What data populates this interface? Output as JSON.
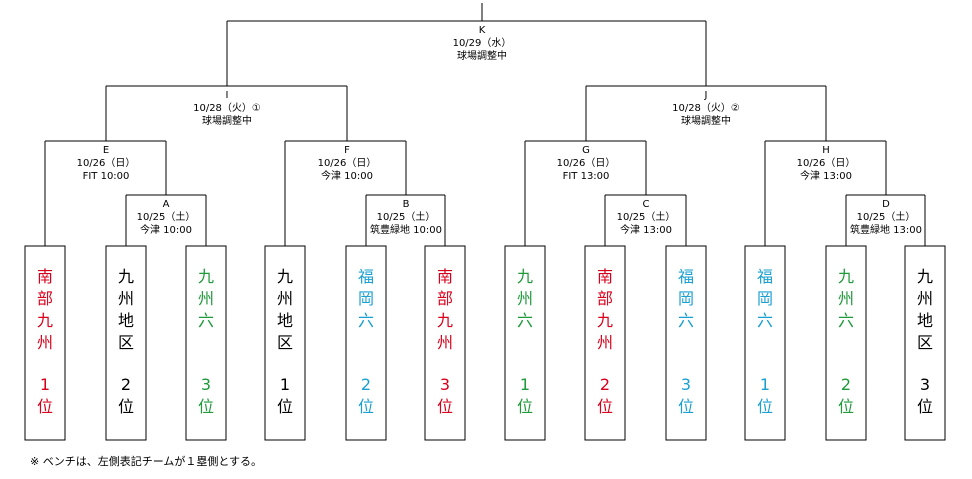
{
  "colors": {
    "line": "#000000",
    "red": "#d9001b",
    "black": "#000000",
    "green": "#1e9a3a",
    "blue": "#1aa0d0"
  },
  "matches": [
    {
      "id": "K",
      "lines": [
        "10/29（水）",
        "球場調整中"
      ]
    },
    {
      "id": "I",
      "lines": [
        "10/28（火）①",
        "球場調整中"
      ]
    },
    {
      "id": "J",
      "lines": [
        "10/28（火）②",
        "球場調整中"
      ]
    },
    {
      "id": "E",
      "lines": [
        "10/26（日）",
        "FIT 10:00"
      ]
    },
    {
      "id": "F",
      "lines": [
        "10/26（日）",
        "今津 10:00"
      ]
    },
    {
      "id": "G",
      "lines": [
        "10/26（日）",
        "FIT 13:00"
      ]
    },
    {
      "id": "H",
      "lines": [
        "10/26（日）",
        "今津 13:00"
      ]
    },
    {
      "id": "A",
      "lines": [
        "10/25（土）",
        "今津 10:00"
      ]
    },
    {
      "id": "B",
      "lines": [
        "10/25（土）",
        "筑豊緑地 10:00"
      ]
    },
    {
      "id": "C",
      "lines": [
        "10/25（土）",
        "今津 13:00"
      ]
    },
    {
      "id": "D",
      "lines": [
        "10/25（土）",
        "筑豊緑地 13:00"
      ]
    }
  ],
  "teams": [
    {
      "region": [
        "南",
        "部",
        "九",
        "州"
      ],
      "rank": [
        "1",
        "位"
      ],
      "color": "red"
    },
    {
      "region": [
        "九",
        "州",
        "地",
        "区"
      ],
      "rank": [
        "2",
        "位"
      ],
      "color": "black"
    },
    {
      "region": [
        "九",
        "州",
        "六"
      ],
      "rank": [
        "3",
        "位"
      ],
      "color": "green"
    },
    {
      "region": [
        "九",
        "州",
        "地",
        "区"
      ],
      "rank": [
        "1",
        "位"
      ],
      "color": "black"
    },
    {
      "region": [
        "福",
        "岡",
        "六"
      ],
      "rank": [
        "2",
        "位"
      ],
      "color": "blue"
    },
    {
      "region": [
        "南",
        "部",
        "九",
        "州"
      ],
      "rank": [
        "3",
        "位"
      ],
      "color": "red"
    },
    {
      "region": [
        "九",
        "州",
        "六"
      ],
      "rank": [
        "1",
        "位"
      ],
      "color": "green"
    },
    {
      "region": [
        "南",
        "部",
        "九",
        "州"
      ],
      "rank": [
        "2",
        "位"
      ],
      "color": "red"
    },
    {
      "region": [
        "福",
        "岡",
        "六"
      ],
      "rank": [
        "3",
        "位"
      ],
      "color": "blue"
    },
    {
      "region": [
        "福",
        "岡",
        "六"
      ],
      "rank": [
        "1",
        "位"
      ],
      "color": "blue"
    },
    {
      "region": [
        "九",
        "州",
        "六"
      ],
      "rank": [
        "2",
        "位"
      ],
      "color": "green"
    },
    {
      "region": [
        "九",
        "州",
        "地",
        "区"
      ],
      "rank": [
        "3",
        "位"
      ],
      "color": "black"
    }
  ],
  "footnote": "※ ベンチは、左側表記チームが１塁側とする。"
}
